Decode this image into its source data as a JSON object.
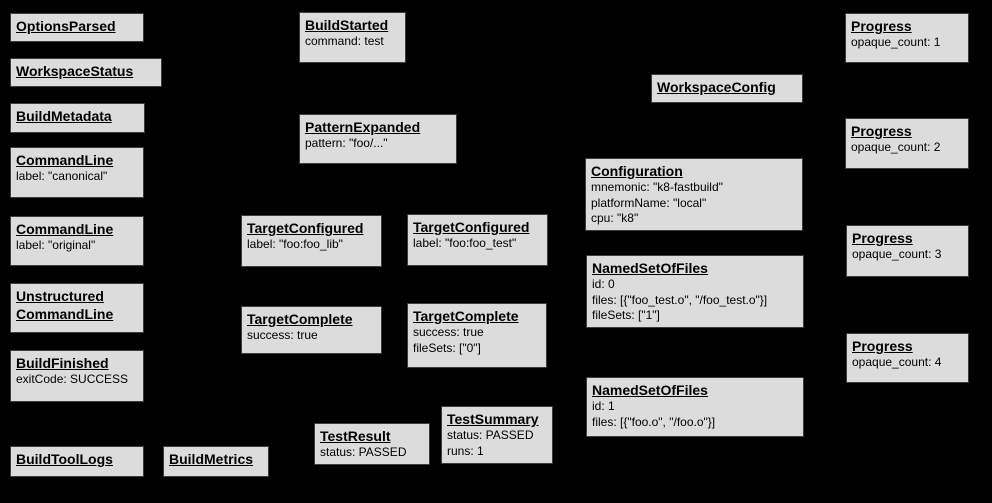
{
  "diagram": {
    "background_color": "#000000",
    "box_fill_color": "#dcdcdc",
    "box_border_color": "#3c3c3c",
    "text_color": "#000000"
  },
  "nodes": {
    "options_parsed": {
      "title": "OptionsParsed",
      "lines": []
    },
    "workspace_status": {
      "title": "WorkspaceStatus",
      "lines": []
    },
    "build_metadata": {
      "title": "BuildMetadata",
      "lines": []
    },
    "command_line_canonical": {
      "title": "CommandLine",
      "lines": [
        "label: \"canonical\""
      ]
    },
    "command_line_original": {
      "title": "CommandLine",
      "lines": [
        "label: \"original\""
      ]
    },
    "unstructured_command_line": {
      "title_lines": [
        "Unstructured",
        "CommandLine"
      ],
      "lines": []
    },
    "build_finished": {
      "title": "BuildFinished",
      "lines": [
        "exitCode: SUCCESS"
      ]
    },
    "build_tool_logs": {
      "title": "BuildToolLogs",
      "lines": []
    },
    "build_metrics": {
      "title": "BuildMetrics",
      "lines": []
    },
    "build_started": {
      "title": "BuildStarted",
      "lines": [
        "command: test"
      ]
    },
    "pattern_expanded": {
      "title": "PatternExpanded",
      "lines": [
        "pattern: \"foo/...\""
      ]
    },
    "target_configured_lib": {
      "title": "TargetConfigured",
      "lines": [
        "label: \"foo:foo_lib\""
      ]
    },
    "target_complete_lib": {
      "title": "TargetComplete",
      "lines": [
        "success: true"
      ]
    },
    "test_result": {
      "title": "TestResult",
      "lines": [
        "status: PASSED"
      ]
    },
    "target_configured_test": {
      "title": "TargetConfigured",
      "lines": [
        "label: \"foo:foo_test\""
      ]
    },
    "target_complete_test": {
      "title": "TargetComplete",
      "lines": [
        "success: true",
        "fileSets: [\"0\"]"
      ]
    },
    "test_summary": {
      "title": "TestSummary",
      "lines": [
        "status: PASSED",
        "runs: 1"
      ]
    },
    "workspace_config": {
      "title": "WorkspaceConfig",
      "lines": []
    },
    "configuration": {
      "title": "Configuration",
      "lines": [
        "mnemonic: \"k8-fastbuild\"",
        "platformName: \"local\"",
        "cpu: \"k8\""
      ]
    },
    "named_set_of_files_0": {
      "title": "NamedSetOfFiles",
      "lines": [
        "id: 0",
        "files: [{\"foo_test.o\", \"/foo_test.o\"}]",
        "fileSets: [\"1\"]"
      ]
    },
    "named_set_of_files_1": {
      "title": "NamedSetOfFiles",
      "lines": [
        "id: 1",
        "files: [{\"foo.o\", \"/foo.o\"}]"
      ]
    },
    "progress_1": {
      "title": "Progress",
      "lines": [
        "opaque_count: 1"
      ]
    },
    "progress_2": {
      "title": "Progress",
      "lines": [
        "opaque_count: 2"
      ]
    },
    "progress_3": {
      "title": "Progress",
      "lines": [
        "opaque_count: 3"
      ]
    },
    "progress_4": {
      "title": "Progress",
      "lines": [
        "opaque_count: 4"
      ]
    }
  }
}
